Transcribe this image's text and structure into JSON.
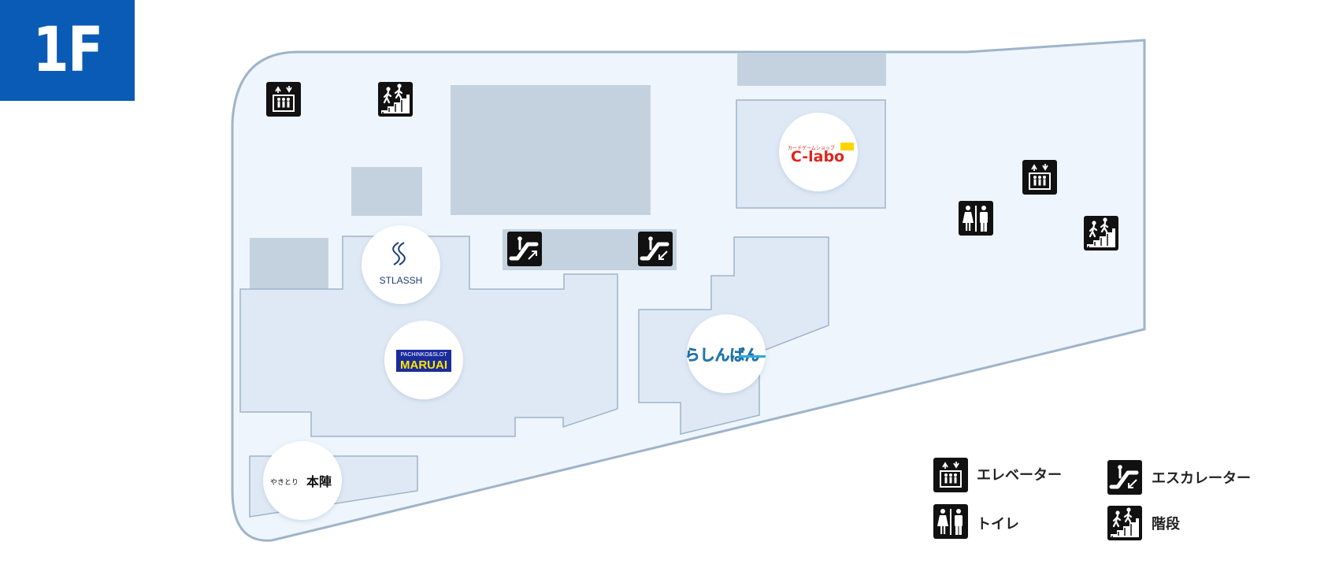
{
  "floor": {
    "label": "1F"
  },
  "colors": {
    "floor_badge": "#0a5bb5",
    "floor_fill": "#eef5fc",
    "floor_outline": "#9fb4c9",
    "shop_fill": "#dfe9f5",
    "shop_outline": "#9fb4c9",
    "service_block": "#c4d2e0",
    "icon_bg": "#111111"
  },
  "facility_icons": [
    {
      "type": "elevator",
      "icon": "elevator-icon"
    },
    {
      "type": "stairs",
      "icon": "stairs-icon"
    },
    {
      "type": "escalator-up",
      "icon": "escalator-up-icon"
    },
    {
      "type": "escalator-down",
      "icon": "escalator-down-icon"
    },
    {
      "type": "elevator",
      "icon": "elevator-icon"
    },
    {
      "type": "toilet",
      "icon": "toilet-icon"
    },
    {
      "type": "stairs",
      "icon": "stairs-icon"
    }
  ],
  "shops": [
    {
      "id": "stlassh",
      "logo_text": "STLASSH",
      "color": "#1d3c7a"
    },
    {
      "id": "maruai",
      "logo_text": "PACHINKO&SLOT",
      "logo_main": "MARUAI",
      "color": "#ffe600",
      "bg": "#1a2c9c"
    },
    {
      "id": "rashinban",
      "logo_text": "らしんばん",
      "color": "#2fa6df"
    },
    {
      "id": "c-labo",
      "logo_small": "カードゲームショップ",
      "logo_main": "C-labo",
      "color": "#e0251b"
    },
    {
      "id": "honjin",
      "logo_small": "やきとり",
      "logo_main": "本陣",
      "color": "#111111"
    }
  ],
  "legend": {
    "elevator": "エレベーター",
    "escalator": "エスカレーター",
    "toilet": "トイレ",
    "stairs": "階段"
  }
}
